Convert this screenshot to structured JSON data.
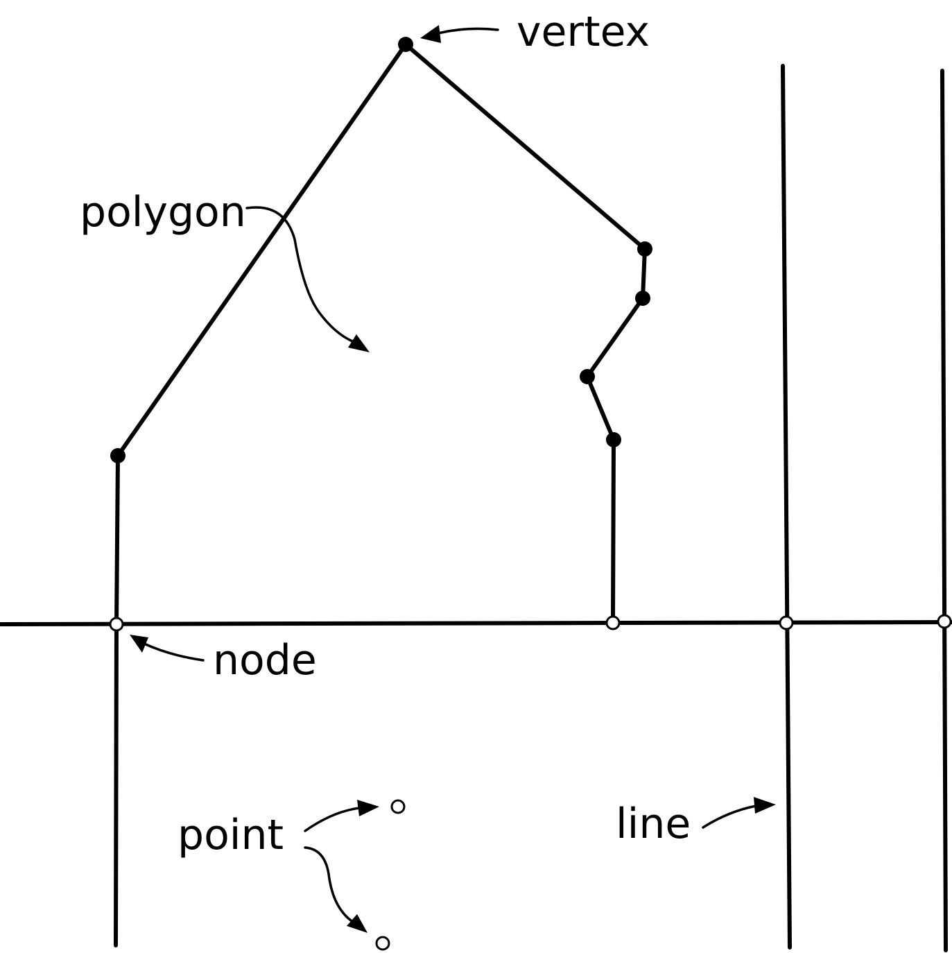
{
  "labels": {
    "vertex": "vertex",
    "polygon": "polygon",
    "node": "node",
    "point": "point",
    "line": "line"
  },
  "colors": {
    "stroke": "#000000",
    "background": "#ffffff"
  }
}
